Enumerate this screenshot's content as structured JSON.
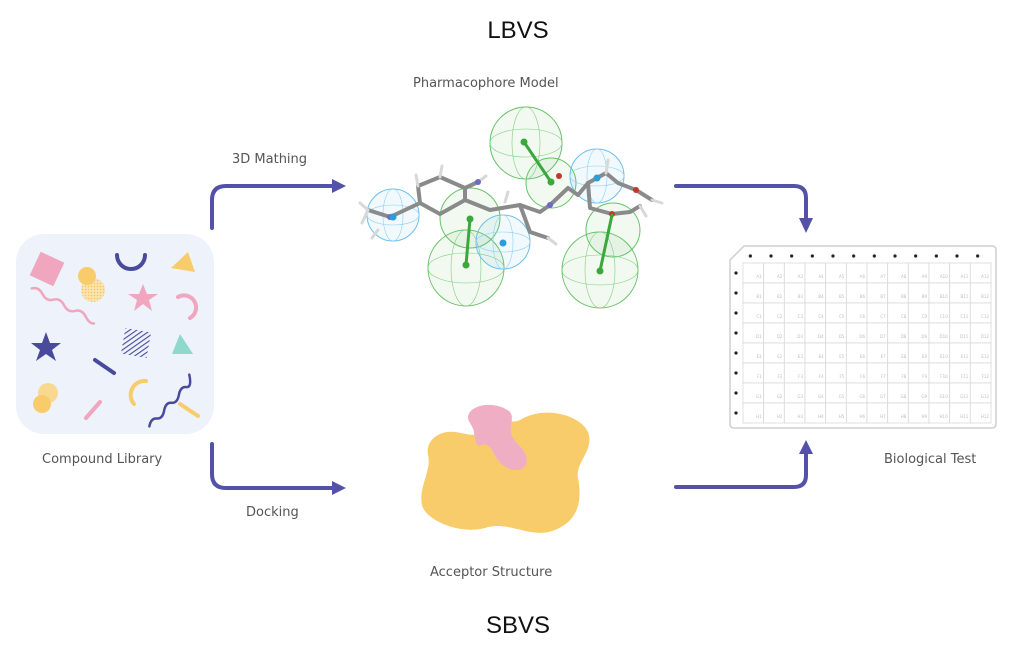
{
  "titles": {
    "top": "LBVS",
    "bottom": "SBVS"
  },
  "nodes": {
    "compound_library": "Compound Library",
    "pharmacophore_model": "Pharmacophore Model",
    "acceptor_structure": "Acceptor Structure",
    "biological_test": "Biological Test"
  },
  "edges": {
    "top_left": "3D Mathing",
    "bottom_left": "Docking"
  },
  "plate": {
    "rows": [
      "A",
      "B",
      "C",
      "D",
      "E",
      "F",
      "G",
      "H"
    ],
    "columns": 12
  },
  "colors": {
    "arrow": "#5352a8",
    "pink": "#f0a6be",
    "yellow": "#f9cc6b",
    "navy": "#4a4a9c",
    "teal": "#8fd8cc",
    "library_bg": "#eef2fa",
    "pharm_green": "#52b552",
    "pharm_blue": "#4fb0e6"
  }
}
